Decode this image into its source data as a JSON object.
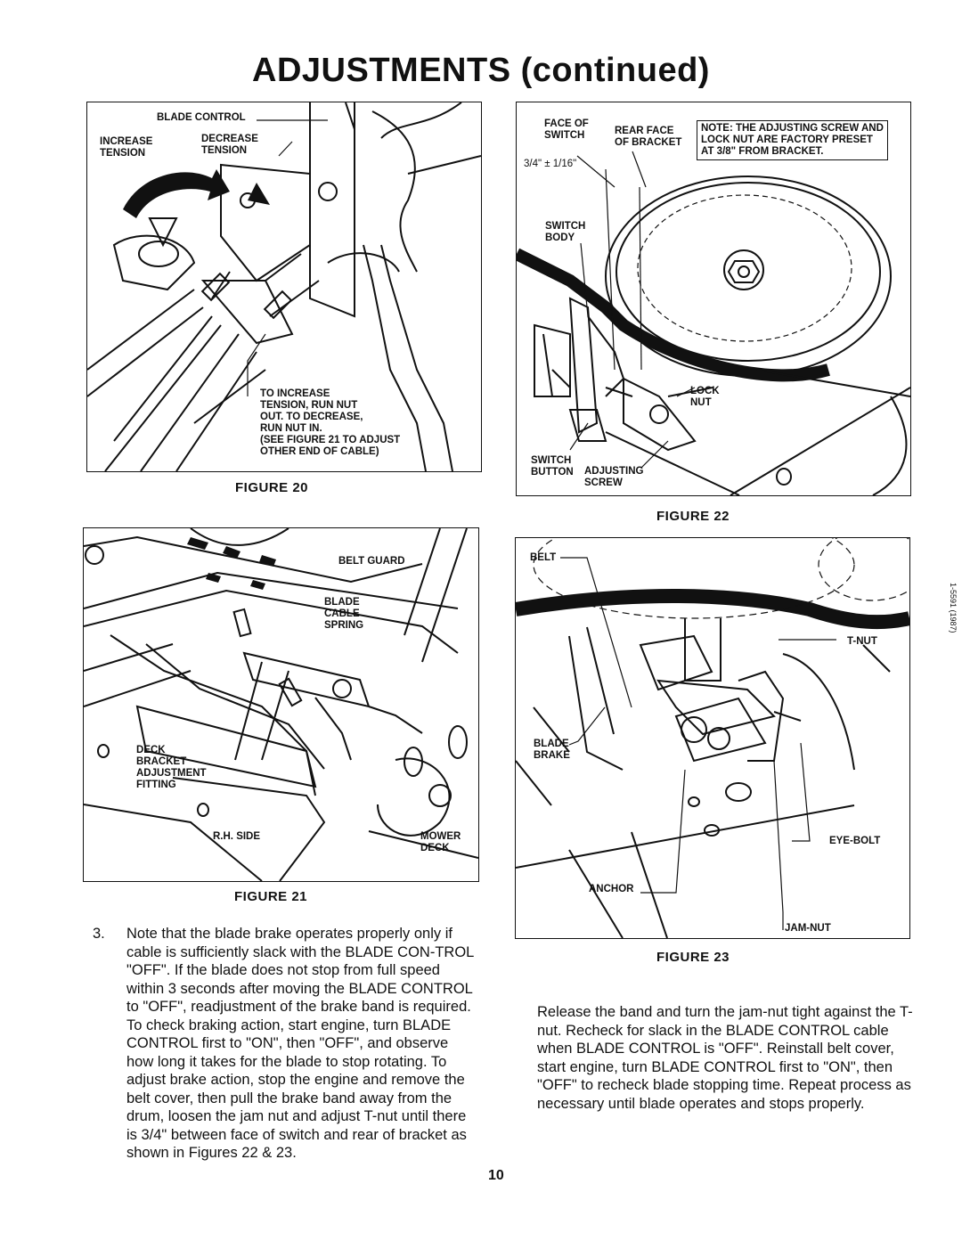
{
  "page_title": "ADJUSTMENTS (continued)",
  "page_number": "10",
  "side_code": "1-5591 (1987)",
  "figure20": {
    "caption": "FIGURE 20",
    "labels": {
      "blade_control": "BLADE CONTROL",
      "increase_tension": "INCREASE\nTENSION",
      "decrease_tension": "DECREASE\nTENSION",
      "to_increase": "TO INCREASE\nTENSION, RUN NUT\nOUT. TO DECREASE,\nRUN NUT IN.\n(SEE FIGURE 21 TO ADJUST\nOTHER END OF CABLE)"
    }
  },
  "figure21": {
    "caption": "FIGURE 21",
    "labels": {
      "belt_guard": "BELT GUARD",
      "blade_cable_spring": "BLADE\nCABLE\nSPRING",
      "deck_bracket": "DECK\nBRACKET\nADJUSTMENT\nFITTING",
      "rh_side": "R.H. SIDE",
      "mower_deck": "MOWER\nDECK"
    }
  },
  "figure22": {
    "caption": "FIGURE 22",
    "note": "NOTE: THE ADJUSTING SCREW AND\nLOCK NUT ARE FACTORY PRESET\nAT 3/8\" FROM BRACKET.",
    "labels": {
      "face_of_switch": "FACE OF\nSWITCH",
      "rear_face": "REAR FACE\nOF BRACKET",
      "measure": "3/4\" ± 1/16\"",
      "switch_body": "SWITCH\nBODY",
      "lock_nut": "LOCK\nNUT",
      "switch_button": "SWITCH\nBUTTON",
      "adjusting_screw": "ADJUSTING\nSCREW"
    }
  },
  "figure23": {
    "caption": "FIGURE 23",
    "labels": {
      "belt": "BELT",
      "t_nut": "T-NUT",
      "blade_brake": "BLADE\nBRAKE",
      "eye_bolt": "EYE-BOLT",
      "anchor": "ANCHOR",
      "jam_nut": "JAM-NUT"
    }
  },
  "step3": {
    "number": "3.",
    "text": "Note that the blade brake operates properly only if cable is sufficiently slack with the BLADE CON-TROL \"OFF\". If the blade does not stop from full speed within 3 seconds after moving the BLADE CONTROL to \"OFF\", readjustment of the brake band is required. To check braking action, start engine, turn BLADE CONTROL first to \"ON\", then \"OFF\", and observe how long it takes for the blade to stop rotating. To adjust brake action, stop the engine and remove the belt cover, then pull the brake band away from the drum, loosen the jam nut and adjust T-nut until there is 3/4\" between face of switch and rear of bracket as shown in Figures 22 & 23."
  },
  "right_text": "Release the band and turn the jam-nut tight against the T-nut. Recheck for slack in the BLADE CONTROL cable when BLADE CONTROL is \"OFF\". Reinstall belt cover, start engine, turn BLADE CONTROL first to \"ON\", then \"OFF\" to recheck blade stopping time. Repeat process as necessary until blade operates and stops properly."
}
